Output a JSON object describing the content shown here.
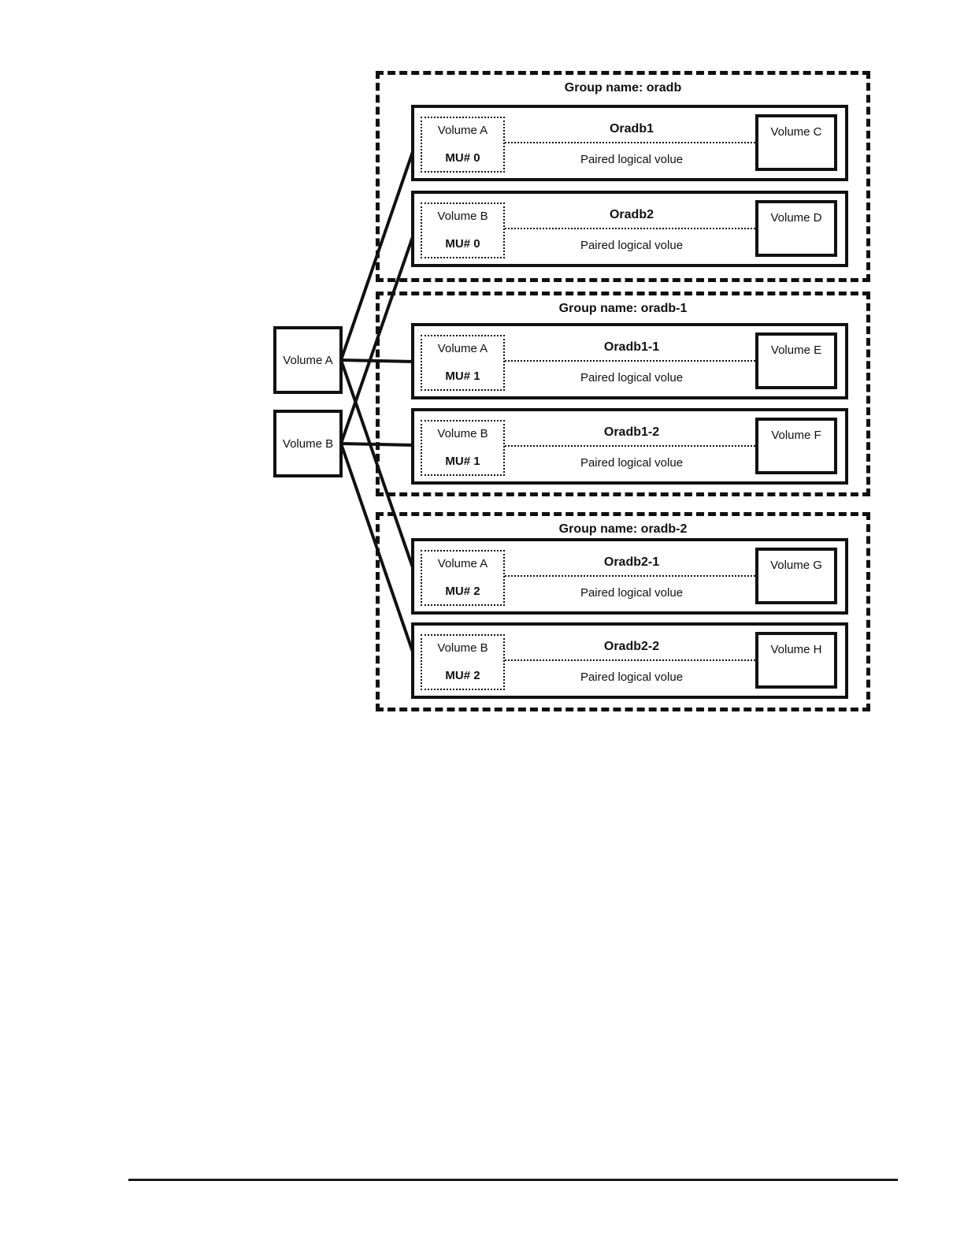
{
  "diagram": {
    "source_volumes": [
      {
        "label": "Volume A"
      },
      {
        "label": "Volume B"
      }
    ],
    "groups": [
      {
        "title": "Group name: oradb",
        "pairs": [
          {
            "source_volume": "Volume A",
            "mu": "MU# 0",
            "pair_name": "Oradb1",
            "pair_caption": "Paired logical volue",
            "target_volume": "Volume C"
          },
          {
            "source_volume": "Volume B",
            "mu": "MU# 0",
            "pair_name": "Oradb2",
            "pair_caption": "Paired logical volue",
            "target_volume": "Volume D"
          }
        ]
      },
      {
        "title": "Group name: oradb-1",
        "pairs": [
          {
            "source_volume": "Volume A",
            "mu": "MU# 1",
            "pair_name": "Oradb1-1",
            "pair_caption": "Paired logical volue",
            "target_volume": "Volume E"
          },
          {
            "source_volume": "Volume B",
            "mu": "MU# 1",
            "pair_name": "Oradb1-2",
            "pair_caption": "Paired logical volue",
            "target_volume": "Volume F"
          }
        ]
      },
      {
        "title": "Group name: oradb-2",
        "pairs": [
          {
            "source_volume": "Volume A",
            "mu": "MU# 2",
            "pair_name": "Oradb2-1",
            "pair_caption": "Paired logical volue",
            "target_volume": "Volume G"
          },
          {
            "source_volume": "Volume B",
            "mu": "MU# 2",
            "pair_name": "Oradb2-2",
            "pair_caption": "Paired logical volue",
            "target_volume": "Volume H"
          }
        ]
      }
    ]
  }
}
